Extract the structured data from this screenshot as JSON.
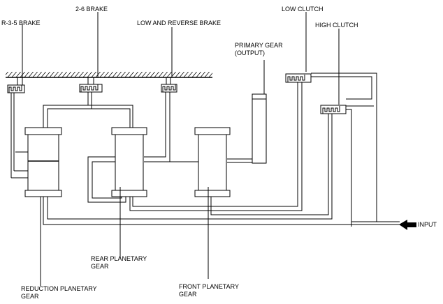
{
  "labels": {
    "r35_brake": "R-3-5 BRAKE",
    "brake_26": "2-6 BRAKE",
    "low_reverse_brake": "LOW AND REVERSE BRAKE",
    "low_clutch": "LOW CLUTCH",
    "high_clutch": "HIGH CLUTCH",
    "primary_gear_l1": "PRIMARY GEAR",
    "primary_gear_l2": "(OUTPUT)",
    "input": "INPUT",
    "rear_planetary_l1": "REAR PLANETARY",
    "rear_planetary_l2": "GEAR",
    "reduction_planetary_l1": "REDUCTION PLANETARY",
    "reduction_planetary_l2": "GEAR",
    "front_planetary_l1": "FRONT PLANETARY",
    "front_planetary_l2": "GEAR"
  }
}
